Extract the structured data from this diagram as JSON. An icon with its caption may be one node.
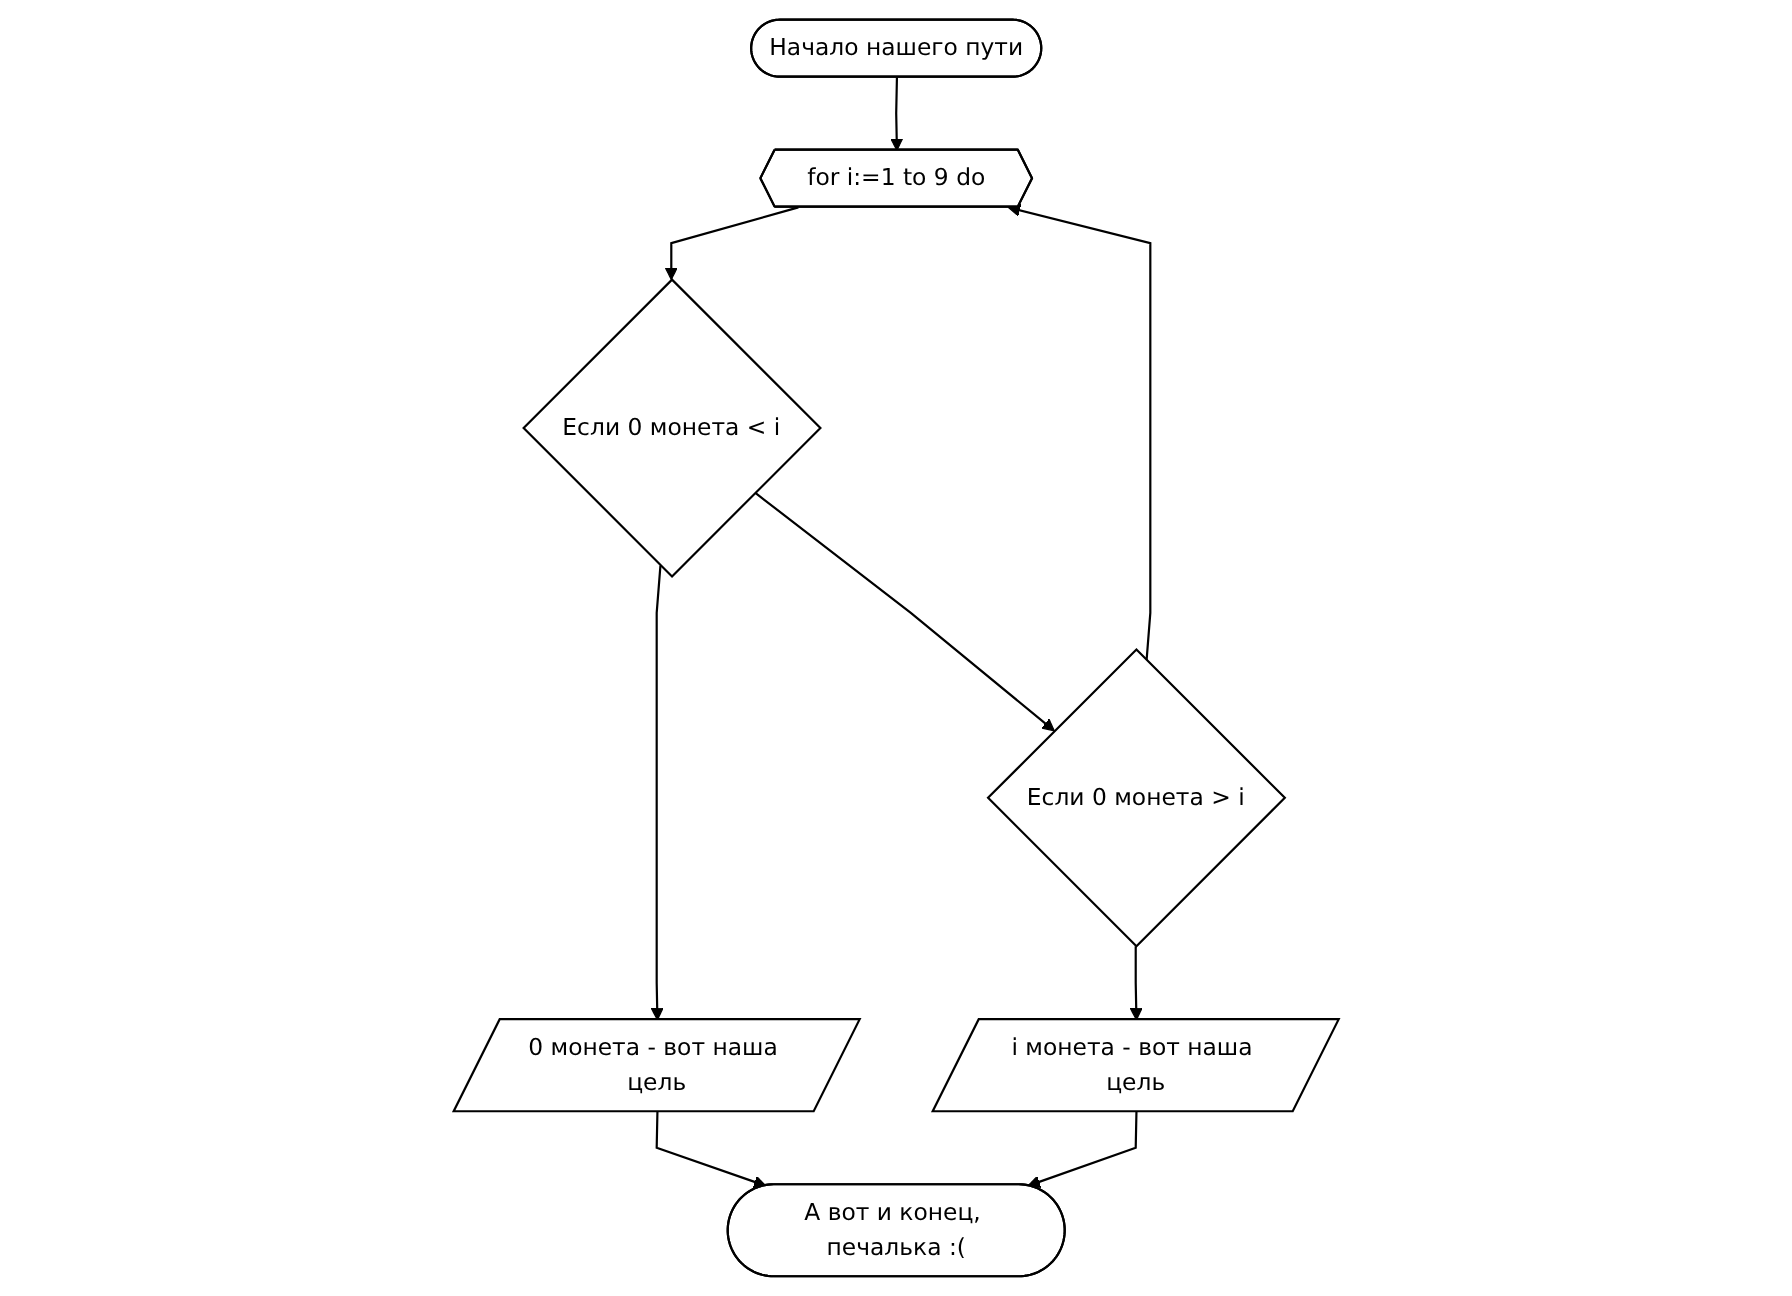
{
  "diagram": {
    "nodes": [
      {
        "text": [
          "Начало нашего пути"
        ]
      },
      {
        "text": [
          "for i:=1 to 9 do"
        ]
      },
      {
        "text": [
          "Если 0 монета < i"
        ]
      },
      {
        "text": [
          "0 монета - вот наша цель"
        ]
      },
      {
        "text": [
          "Если 0 монета > i"
        ]
      },
      {
        "text": [
          "i монета - вот наша цель"
        ]
      },
      {
        "text": [
          "А вот и конец, печалька :("
        ]
      }
    ],
    "edges": [
      {
        "from": 0,
        "to": 1,
        "arrow": "to"
      },
      {
        "from": 1,
        "to": 2,
        "arrow": "to"
      },
      {
        "from": 2,
        "to": 3,
        "arrow": "to"
      },
      {
        "from": 2,
        "to": 4,
        "arrow": "to"
      },
      {
        "from": 4,
        "to": 5,
        "arrow": "to"
      },
      {
        "from": 4,
        "to": 1,
        "arrow": "to"
      },
      {
        "from": 3,
        "to": 6,
        "arrow": "to"
      },
      {
        "from": 5,
        "to": 6,
        "arrow": "to"
      }
    ]
  }
}
